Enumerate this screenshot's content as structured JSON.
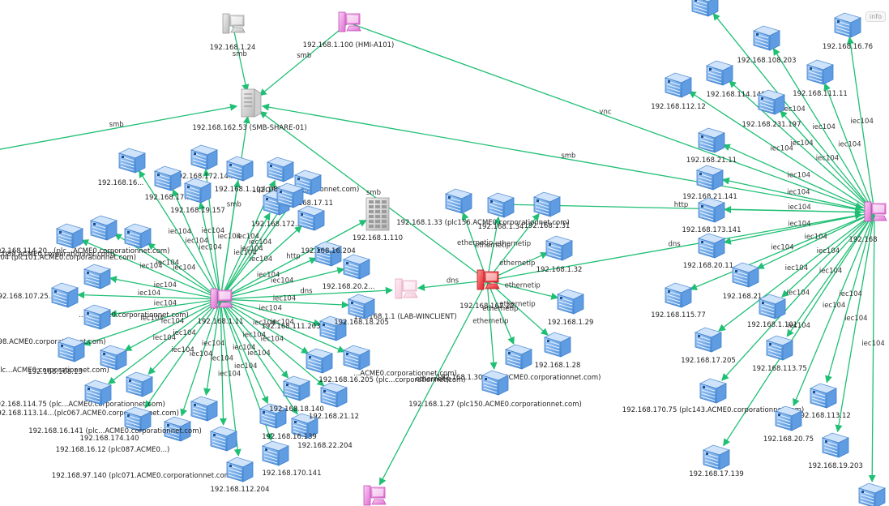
{
  "ui": {
    "info_label": "info"
  },
  "nodes": [
    {
      "id": "pc24",
      "kind": "pc",
      "color": "gray",
      "label": "192.168.1.24"
    },
    {
      "id": "hmi",
      "kind": "pc",
      "color": "pink",
      "label": "192.168.1.100  (HMI-A101)"
    },
    {
      "id": "smbshare",
      "kind": "server",
      "color": "gray",
      "label": "192.168.162.53  (SMB-SHARE-01)"
    },
    {
      "id": "hubL",
      "kind": "pc",
      "color": "pink",
      "label": "192.168.1.11"
    },
    {
      "id": "hubC",
      "kind": "pc",
      "color": "red",
      "label": "192.168.162.22"
    },
    {
      "id": "winclient",
      "kind": "pc",
      "color": "lightpink",
      "label": "192.168.1.1  (LAB-WINCLIENT)"
    },
    {
      "id": "hub110",
      "kind": "switch",
      "color": "gray",
      "label": "192.168.1.110"
    },
    {
      "id": "hubR",
      "kind": "pc",
      "color": "pink",
      "label": "192.168"
    },
    {
      "id": "bot",
      "kind": "pc",
      "color": "pink",
      "label": ""
    },
    {
      "id": "c133",
      "kind": "plc",
      "label": "192.168.1.33  (plc156.ACME0.corporationnet.com)"
    },
    {
      "id": "c134",
      "kind": "plc",
      "label": "192.168.1.34"
    },
    {
      "id": "c131",
      "kind": "plc",
      "label": "192.168.1.31"
    },
    {
      "id": "c132",
      "kind": "plc",
      "label": "192.168.1.32"
    },
    {
      "id": "c129",
      "kind": "plc",
      "label": "192.168.1.29"
    },
    {
      "id": "c128",
      "kind": "plc",
      "label": "192.168.1.28"
    },
    {
      "id": "c130",
      "kind": "plc",
      "label": "192.168.1.30  (plc...ACME0.corporationnet.com)"
    },
    {
      "id": "c127",
      "kind": "plc",
      "label": "192.168.1.27  (plc150.ACME0.corporationnet.com)"
    },
    {
      "id": "l1",
      "kind": "plc",
      "label": "192.168.16..."
    },
    {
      "id": "l2",
      "kind": "plc",
      "label": "192.168.172.14..."
    },
    {
      "id": "l3",
      "kind": "plc",
      "label": "192.168.17..."
    },
    {
      "id": "l4",
      "kind": "plc",
      "label": "192.168.19.157"
    },
    {
      "id": "l5",
      "kind": "plc",
      "label": "192.168.1...(plc080...corporationnet.com)"
    },
    {
      "id": "l6",
      "kind": "plc",
      "label": "192.168.17.11"
    },
    {
      "id": "l7",
      "kind": "plc",
      "label": "192.168.114.1..."
    },
    {
      "id": "l8",
      "kind": "plc",
      "label": "192.168.172..."
    },
    {
      "id": "l9",
      "kind": "plc",
      "label": "192.168.114.20...(plc...ACME0.corporationnet.com)"
    },
    {
      "id": "l10",
      "kind": "plc",
      "label": "...174.204  (plc101.ACME0.corporationnet.com)"
    },
    {
      "id": "l11",
      "kind": "plc",
      "label": "...140  (plc089.ACME0.corporationnet.com)"
    },
    {
      "id": "l12",
      "kind": "plc",
      "label": "192.168.107.25..."
    },
    {
      "id": "l13",
      "kind": "plc",
      "label": "...3.ACME0.corporationnet.com)"
    },
    {
      "id": "l14",
      "kind": "plc",
      "label": "...140  (plc098.ACME0.corporationnet.com)"
    },
    {
      "id": "l15",
      "kind": "plc",
      "label": "192.168.175.13  (plc...ACME0.corporationnet.com)"
    },
    {
      "id": "l16",
      "kind": "plc",
      "label": "192.168.108.13"
    },
    {
      "id": "l17",
      "kind": "plc",
      "label": "192.168.114.75  (plc...ACME0.corporationnet.com)"
    },
    {
      "id": "l18",
      "kind": "plc",
      "label": "192.168.113.14...(plc067.ACME0.corporationnet.com)"
    },
    {
      "id": "l19",
      "kind": "plc",
      "label": "192.168.174.140"
    },
    {
      "id": "l20",
      "kind": "plc",
      "label": "192.168.16.12  (plc087.ACME0...)"
    },
    {
      "id": "l21",
      "kind": "plc",
      "label": "192.168.16.141  (plc...ACME0.corporationnet.com)"
    },
    {
      "id": "l22",
      "kind": "plc",
      "label": "192.168.97.140  (plc071.ACME0.corporationnet.com)"
    },
    {
      "id": "l23",
      "kind": "plc",
      "label": "192.168.112.204"
    },
    {
      "id": "l24",
      "kind": "plc",
      "label": "192.168.170.141"
    },
    {
      "id": "l25",
      "kind": "plc",
      "label": "192.168.22.204"
    },
    {
      "id": "l26",
      "kind": "plc",
      "label": "192.168.16.139"
    },
    {
      "id": "l27",
      "kind": "plc",
      "label": "192.168.18.140"
    },
    {
      "id": "l28",
      "kind": "plc",
      "label": "192.168.21.12"
    },
    {
      "id": "l29",
      "kind": "plc",
      "label": "192.168.16.205  (plc...corporationnet.com)"
    },
    {
      "id": "l30",
      "kind": "plc",
      "label": "192.168.111.203"
    },
    {
      "id": "l31",
      "kind": "plc",
      "label": "...ACME0.corporationnet.com)"
    },
    {
      "id": "l32",
      "kind": "plc",
      "label": "192.168.18.205"
    },
    {
      "id": "l33",
      "kind": "plc",
      "label": "192.168.20.2..."
    },
    {
      "id": "l34",
      "kind": "plc",
      "label": "192.168.16.204"
    },
    {
      "id": "l35",
      "kind": "plc",
      "label": ""
    },
    {
      "id": "l36",
      "kind": "plc",
      "label": ""
    },
    {
      "id": "r1",
      "kind": "plc",
      "label": ""
    },
    {
      "id": "r2",
      "kind": "plc",
      "label": "192.168.108.203"
    },
    {
      "id": "r3",
      "kind": "plc",
      "label": "192.168.16.76"
    },
    {
      "id": "r4",
      "kind": "plc",
      "label": "192.168.114.140"
    },
    {
      "id": "r5",
      "kind": "plc",
      "label": "192.168.112.12"
    },
    {
      "id": "r6",
      "kind": "plc",
      "label": "192.168.111.11"
    },
    {
      "id": "r7",
      "kind": "plc",
      "label": "192.168.231.197"
    },
    {
      "id": "r8",
      "kind": "plc",
      "label": "192.168.21.11"
    },
    {
      "id": "r9",
      "kind": "plc",
      "label": "192.168.21.141"
    },
    {
      "id": "r10",
      "kind": "plc",
      "label": "192.168.173.141"
    },
    {
      "id": "r11",
      "kind": "plc",
      "label": "192.168.20.11..."
    },
    {
      "id": "r12",
      "kind": "plc",
      "label": "192.168.115.77"
    },
    {
      "id": "r13",
      "kind": "plc",
      "label": "192.168.21..."
    },
    {
      "id": "r14",
      "kind": "plc",
      "label": "192.168.1.101"
    },
    {
      "id": "r15",
      "kind": "plc",
      "label": "192.168.17.205"
    },
    {
      "id": "r16",
      "kind": "plc",
      "label": "192.168.113.75"
    },
    {
      "id": "r17",
      "kind": "plc",
      "label": "192.168.170.75  (plc143.ACME0.corporationnet.com)"
    },
    {
      "id": "r18",
      "kind": "plc",
      "label": "192.168.113.12"
    },
    {
      "id": "r19",
      "kind": "plc",
      "label": "192.168.20.75"
    },
    {
      "id": "r20",
      "kind": "plc",
      "label": "192.168.19.203"
    },
    {
      "id": "r21",
      "kind": "plc",
      "label": "192.168.17.139"
    },
    {
      "id": "r22",
      "kind": "plc",
      "label": ""
    }
  ],
  "edges": [
    {
      "from": "pc24",
      "to": "smbshare",
      "label": "smb"
    },
    {
      "from": "hmi",
      "to": "smbshare",
      "label": "smb"
    },
    {
      "from": "offL",
      "to": "smbshare",
      "label": "smb"
    },
    {
      "from": "hubR",
      "to": "smbshare",
      "label": "smb"
    },
    {
      "from": "hubL",
      "to": "smbshare",
      "label": "smb"
    },
    {
      "from": "hubC",
      "to": "smbshare",
      "label": "smb"
    },
    {
      "from": "hmi",
      "to": "hubR",
      "label": "vnc"
    },
    {
      "from": "hubC",
      "to": "winclient",
      "label": "dns"
    },
    {
      "from": "hubL",
      "to": "winclient",
      "label": "dns"
    },
    {
      "from": "hubC",
      "to": "hubR",
      "label": "dns"
    },
    {
      "from": "hubC",
      "to": "bot",
      "label": "ethernetip"
    },
    {
      "from": "hubL",
      "to": "hub110",
      "label": "http"
    },
    {
      "from": "c134",
      "to": "hubR",
      "label": "http"
    },
    {
      "from": "hubC",
      "to": "c133",
      "label": "ethernetip"
    },
    {
      "from": "hubC",
      "to": "c134",
      "label": "ethernetip"
    },
    {
      "from": "hubC",
      "to": "c131",
      "label": "ethernetip"
    },
    {
      "from": "hubC",
      "to": "c132",
      "label": "ethernetip"
    },
    {
      "from": "hubC",
      "to": "c129",
      "label": "ethernetip"
    },
    {
      "from": "hubC",
      "to": "c128",
      "label": "ethernetip"
    },
    {
      "from": "hubC",
      "to": "c130",
      "label": "ethernetip"
    },
    {
      "from": "hubC",
      "to": "c127",
      "label": "ethernetip"
    },
    {
      "from": "hubL",
      "to": "l1",
      "label": "iec104"
    },
    {
      "from": "hubL",
      "to": "l2",
      "label": "iec104"
    },
    {
      "from": "hubL",
      "to": "l3",
      "label": "iec104"
    },
    {
      "from": "hubL",
      "to": "l4",
      "label": "iec104"
    },
    {
      "from": "hubL",
      "to": "l5",
      "label": "iec104"
    },
    {
      "from": "hubL",
      "to": "l6",
      "label": "iec104"
    },
    {
      "from": "hubL",
      "to": "l7",
      "label": "iec104"
    },
    {
      "from": "hubL",
      "to": "l8",
      "label": "iec104"
    },
    {
      "from": "hubL",
      "to": "l9",
      "label": "iec104"
    },
    {
      "from": "hubL",
      "to": "l10",
      "label": "iec104"
    },
    {
      "from": "hubL",
      "to": "l11",
      "label": "iec104"
    },
    {
      "from": "hubL",
      "to": "l12",
      "label": "iec104"
    },
    {
      "from": "hubL",
      "to": "l13",
      "label": "iec104"
    },
    {
      "from": "hubL",
      "to": "l14",
      "label": "iec104"
    },
    {
      "from": "hubL",
      "to": "l15",
      "label": "iec104"
    },
    {
      "from": "hubL",
      "to": "l16",
      "label": "iec104"
    },
    {
      "from": "hubL",
      "to": "l17",
      "label": "iec104"
    },
    {
      "from": "hubL",
      "to": "l18",
      "label": "iec104"
    },
    {
      "from": "hubL",
      "to": "l19",
      "label": "iec104"
    },
    {
      "from": "hubL",
      "to": "l20",
      "label": "iec104"
    },
    {
      "from": "hubL",
      "to": "l21",
      "label": "iec104"
    },
    {
      "from": "hubL",
      "to": "l22",
      "label": "iec104"
    },
    {
      "from": "hubL",
      "to": "l23",
      "label": "iec104"
    },
    {
      "from": "hubL",
      "to": "l24",
      "label": "iec104"
    },
    {
      "from": "hubL",
      "to": "l25",
      "label": "iec104"
    },
    {
      "from": "hubL",
      "to": "l26",
      "label": "iec104"
    },
    {
      "from": "hubL",
      "to": "l27",
      "label": "iec104"
    },
    {
      "from": "hubL",
      "to": "l28",
      "label": "iec104"
    },
    {
      "from": "hubL",
      "to": "l29",
      "label": "iec104"
    },
    {
      "from": "hubL",
      "to": "l30",
      "label": "iec104"
    },
    {
      "from": "hubL",
      "to": "l31",
      "label": "iec104"
    },
    {
      "from": "hubL",
      "to": "l32",
      "label": "iec104"
    },
    {
      "from": "hubL",
      "to": "l33",
      "label": "iec104"
    },
    {
      "from": "hubL",
      "to": "l34",
      "label": "iec104"
    },
    {
      "from": "hubL",
      "to": "l35",
      "label": "iec104"
    },
    {
      "from": "hubL",
      "to": "l36",
      "label": "iec104"
    },
    {
      "from": "hubR",
      "to": "r1",
      "label": "iec104"
    },
    {
      "from": "hubR",
      "to": "r2",
      "label": "iec104"
    },
    {
      "from": "hubR",
      "to": "r3",
      "label": "iec104"
    },
    {
      "from": "hubR",
      "to": "r4",
      "label": "iec104"
    },
    {
      "from": "hubR",
      "to": "r5",
      "label": "iec104"
    },
    {
      "from": "hubR",
      "to": "r6",
      "label": "iec104"
    },
    {
      "from": "hubR",
      "to": "r7",
      "label": "iec104"
    },
    {
      "from": "hubR",
      "to": "r8",
      "label": "iec104"
    },
    {
      "from": "hubR",
      "to": "r9",
      "label": "iec104"
    },
    {
      "from": "hubR",
      "to": "r10",
      "label": "iec104"
    },
    {
      "from": "hubR",
      "to": "r11",
      "label": "iec104"
    },
    {
      "from": "hubR",
      "to": "r12",
      "label": "iec104"
    },
    {
      "from": "hubR",
      "to": "r13",
      "label": "iec104"
    },
    {
      "from": "hubR",
      "to": "r14",
      "label": "iec104"
    },
    {
      "from": "hubR",
      "to": "r15",
      "label": "iec104"
    },
    {
      "from": "hubR",
      "to": "r16",
      "label": "iec104"
    },
    {
      "from": "hubR",
      "to": "r17",
      "label": "iec104"
    },
    {
      "from": "hubR",
      "to": "r18",
      "label": "iec104"
    },
    {
      "from": "hubR",
      "to": "r19",
      "label": "iec104"
    },
    {
      "from": "hubR",
      "to": "r20",
      "label": "iec104"
    },
    {
      "from": "hubR",
      "to": "r21",
      "label": "iec104"
    },
    {
      "from": "hubR",
      "to": "r22",
      "label": "iec104"
    }
  ]
}
